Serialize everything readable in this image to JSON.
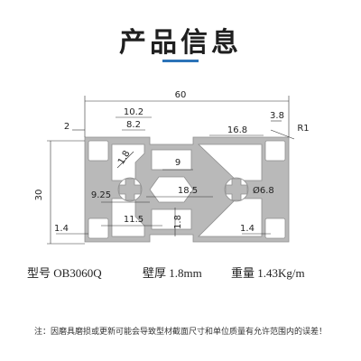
{
  "header": {
    "title": "产品信息",
    "accent_color": "#2c73b8"
  },
  "drawing": {
    "profile_color": "#b9b9b9",
    "dims": {
      "overall_width": "60",
      "height": "30",
      "slot_top": "10.2",
      "slot_inner": "8.2",
      "left_offset": "2",
      "right_width": "16.8",
      "lip": "3.8",
      "radius": "R1",
      "wall_diag": "1.8",
      "slot_depth": "9",
      "left_span": "9.25",
      "center_span": "18.5",
      "bore": "Ø6.8",
      "bottom_slot": "11.5",
      "web": "1.8",
      "corner_left": "1.4",
      "corner_right": "1.4"
    }
  },
  "specs": {
    "model": "型号 OB3060Q",
    "wall": "壁厚 1.8mm",
    "weight": "重量 1.43Kg/m"
  },
  "note": "注：因磨具磨损或更新可能会导致型材截面尺寸和单位质量有允许范围内的误差！"
}
